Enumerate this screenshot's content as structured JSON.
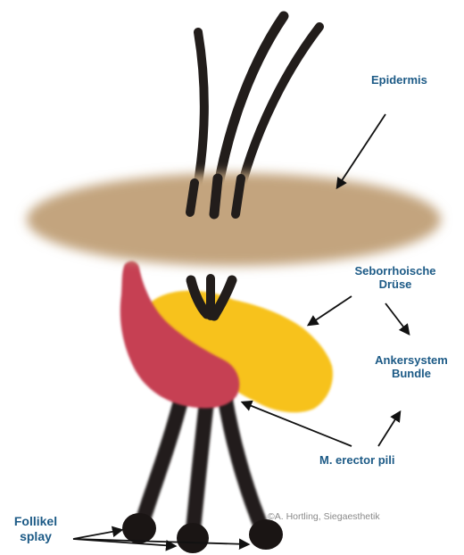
{
  "labels": {
    "epidermis": "Epidermis",
    "seborrhoic_line1": "Seborrhoische",
    "seborrhoic_line2": "Drüse",
    "anker_line1": "Ankersystem",
    "anker_line2": "Bundle",
    "erector": "M. erector pili",
    "follikel_line1": "Follikel",
    "follikel_line2": "splay"
  },
  "copyright": "©A. Hortling, Siegaesthetik",
  "colors": {
    "label_text": "#1c5a86",
    "skin": "#c3a47e",
    "gland": "#f7c21c",
    "muscle": "#c63f52",
    "hair": "#221d1b"
  }
}
